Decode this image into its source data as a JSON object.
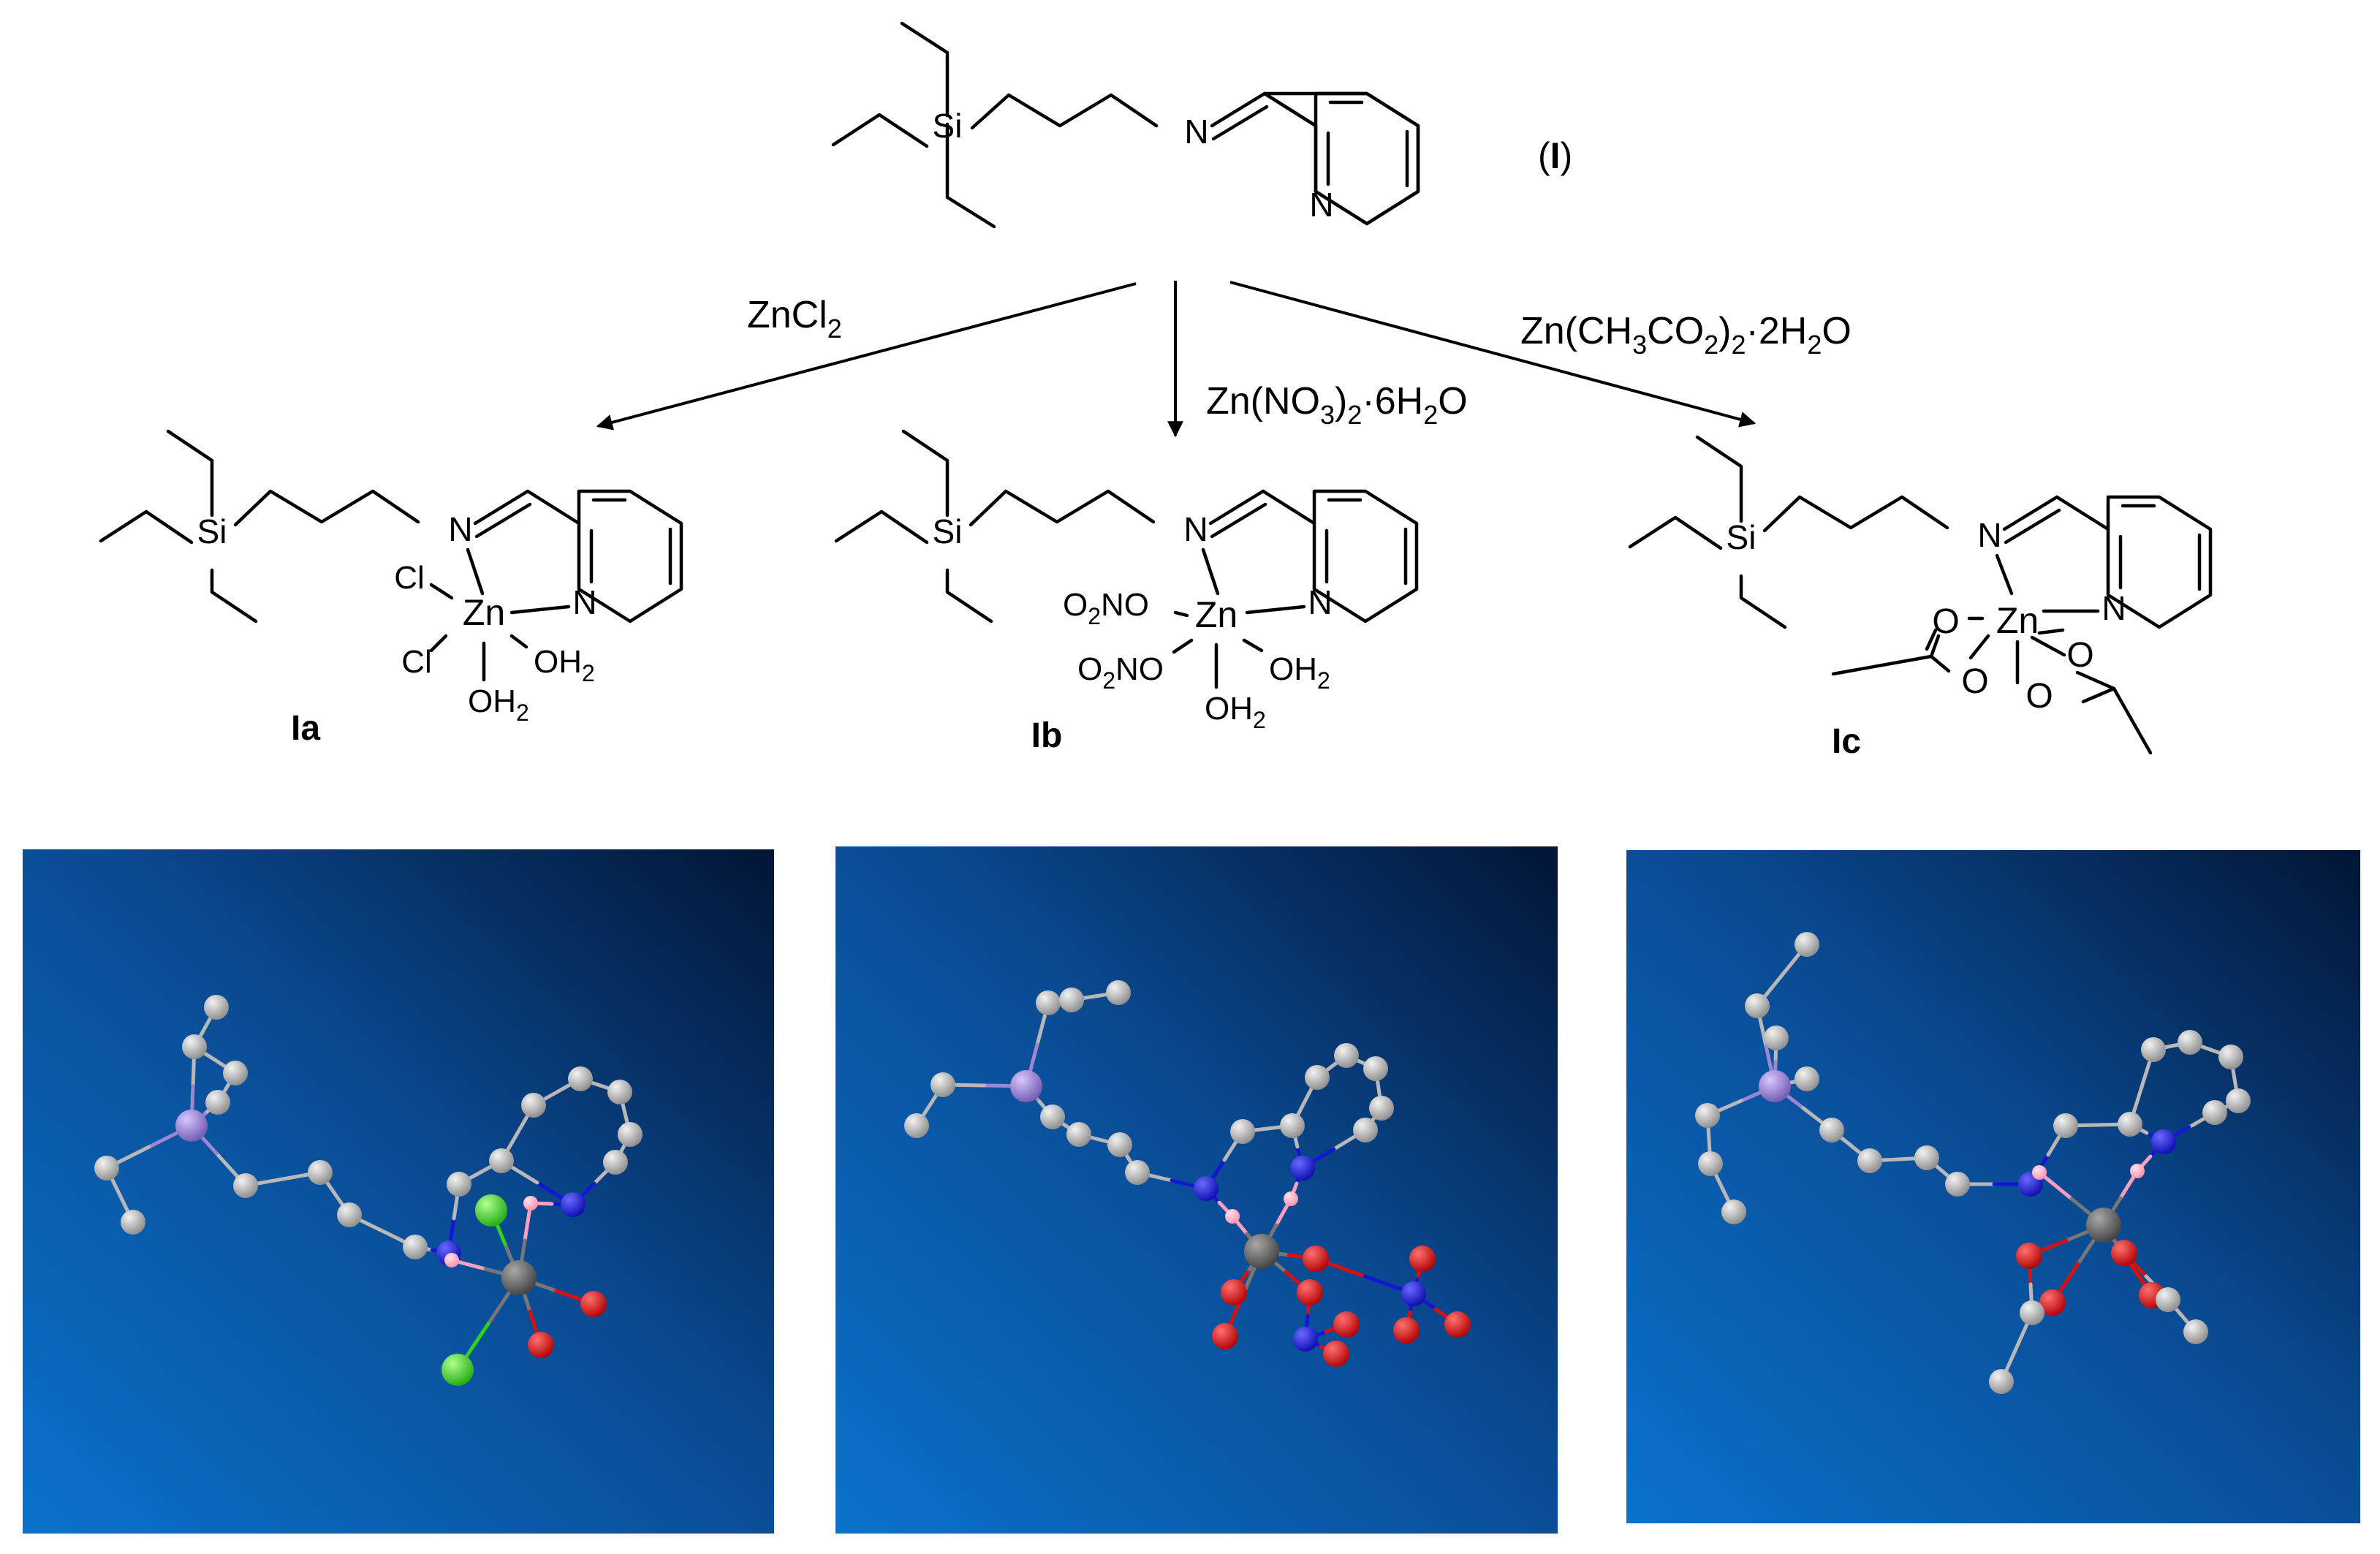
{
  "ligand": {
    "atoms": {
      "si": "Si",
      "n_imine": "N",
      "n_pyridine": "N"
    },
    "label_open": "(",
    "label_bold": "I",
    "label_close": ")"
  },
  "reagents": {
    "zncl2": {
      "main": "ZnCl",
      "sub": "2"
    },
    "zn_nitrate": {
      "p1": "Zn(NO",
      "s1": "3",
      "p2": ")",
      "s2": "2",
      "p3": "·6H",
      "s3": "2",
      "p4": "O"
    },
    "zn_acetate": {
      "p1": "Zn(CH",
      "s1": "3",
      "p2": "CO",
      "s2": "2",
      "p3": ")",
      "s3": "2",
      "p4": "·2H",
      "s4": "2",
      "p5": "O"
    }
  },
  "complexes": [
    {
      "id": "Ia",
      "label": "Ia",
      "metal": "Zn",
      "si": "Si",
      "n_imine": "N",
      "n_pyridine": "N",
      "ligand_a": "Cl",
      "ligand_b": "Cl",
      "water_a": {
        "main": "OH",
        "sub": "2"
      },
      "water_b": {
        "main": "OH",
        "sub": "2"
      }
    },
    {
      "id": "Ib",
      "label": "Ib",
      "metal": "Zn",
      "si": "Si",
      "n_imine": "N",
      "n_pyridine": "N",
      "nitrate_a": {
        "p1": "O",
        "s1": "2",
        "p2": "NO"
      },
      "nitrate_b": {
        "p1": "O",
        "s1": "2",
        "p2": "NO"
      },
      "water_a": {
        "main": "OH",
        "sub": "2"
      },
      "water_b": {
        "main": "OH",
        "sub": "2"
      }
    },
    {
      "id": "Ic",
      "label": "Ic",
      "metal": "Zn",
      "si": "Si",
      "n_imine": "N",
      "n_pyridine": "N",
      "oxygens": [
        "O",
        "O",
        "O",
        "O"
      ]
    }
  ],
  "models": [
    {
      "id": "Ia"
    },
    {
      "id": "Ib"
    },
    {
      "id": "Ic"
    }
  ],
  "colors": {
    "carbon": "#bfbfbf",
    "nitrogen": "#1818ee",
    "oxygen": "#ee1111",
    "chlorine": "#33ee22",
    "silicon": "#9980cc",
    "zinc": "#6a6a6a",
    "coordination_bond": "#ff9fc0",
    "panel_dark": "#021638",
    "panel_light": "#0a70c8"
  }
}
